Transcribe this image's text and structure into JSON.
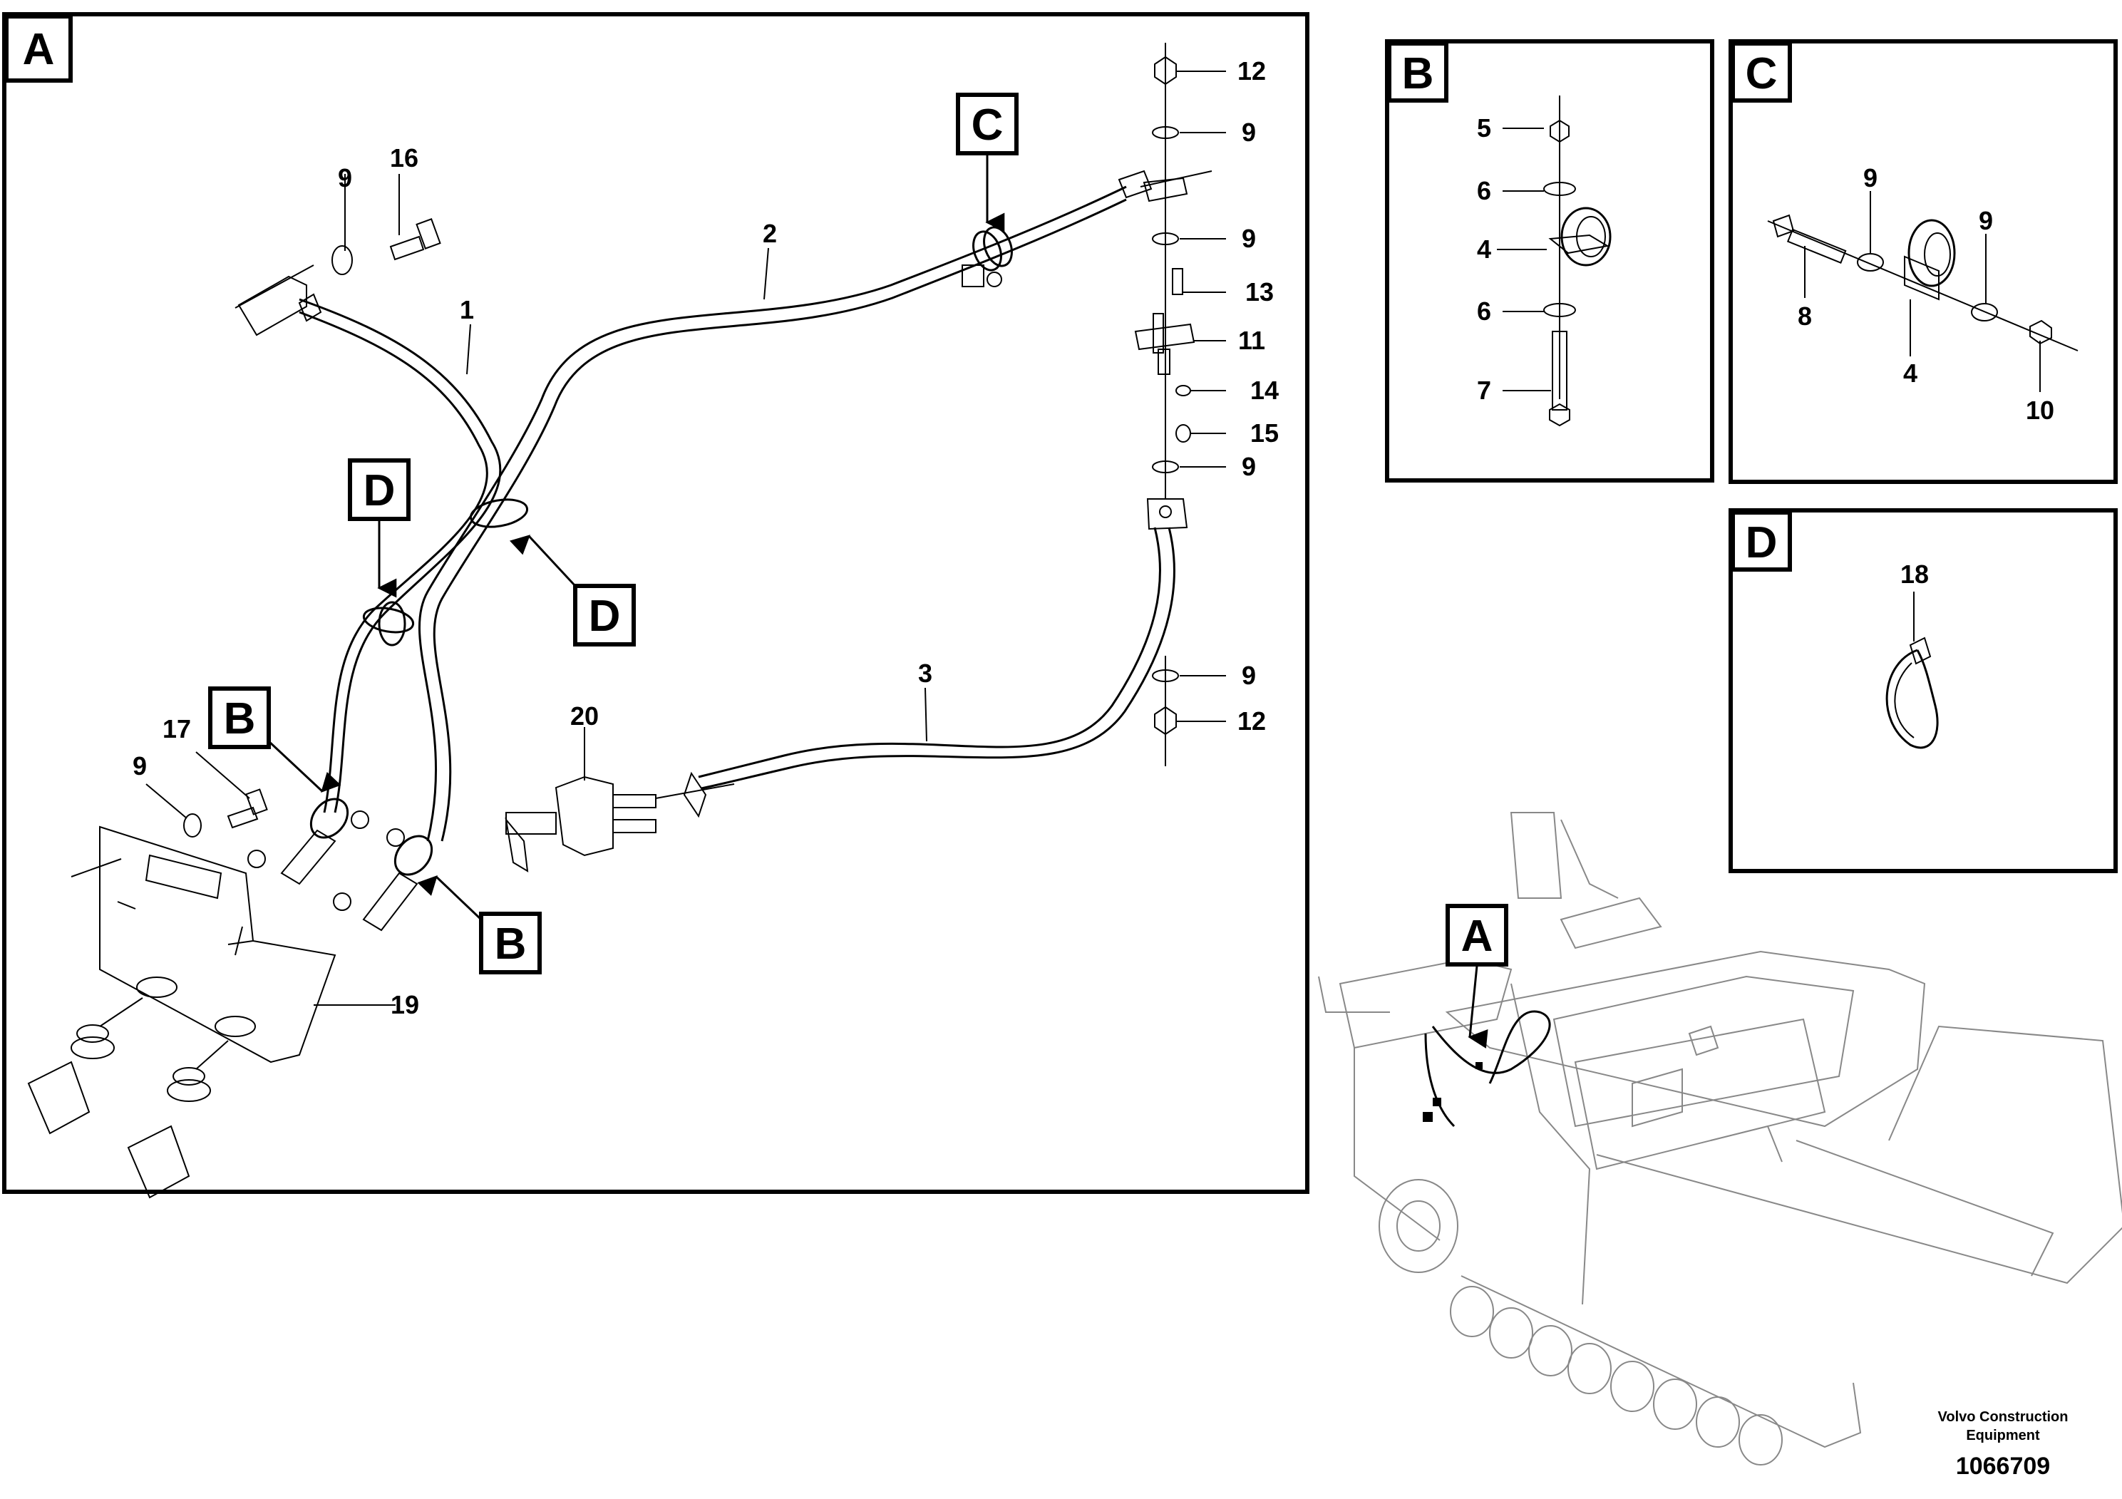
{
  "panels": {
    "A": "A",
    "B": "B",
    "C": "C",
    "D": "D"
  },
  "callouts": {
    "c_tag": "C",
    "d_tag_upper": "D",
    "d_tag_lower": "D",
    "b_tag_upper": "B",
    "b_tag_lower": "B",
    "a_tag_overview": "A"
  },
  "labels_a": {
    "p1": "1",
    "p2": "2",
    "p3": "3",
    "p9_top_left": "9",
    "p16": "16",
    "p12_top": "12",
    "p9_r1": "9",
    "p9_r2": "9",
    "p13": "13",
    "p11": "11",
    "p14": "14",
    "p15": "15",
    "p9_r3": "9",
    "p9_r4": "9",
    "p12_bottom": "12",
    "p20": "20",
    "p17": "17",
    "p9_left": "9",
    "p19": "19"
  },
  "labels_b": {
    "p5": "5",
    "p6_top": "6",
    "p4": "4",
    "p6_bottom": "6",
    "p7": "7"
  },
  "labels_c": {
    "p9_a": "9",
    "p9_b": "9",
    "p8": "8",
    "p4": "4",
    "p10": "10"
  },
  "labels_d": {
    "p18": "18"
  },
  "footer": {
    "credit_line1": "Volvo Construction",
    "credit_line2": "Equipment",
    "doc_number": "1066709"
  }
}
